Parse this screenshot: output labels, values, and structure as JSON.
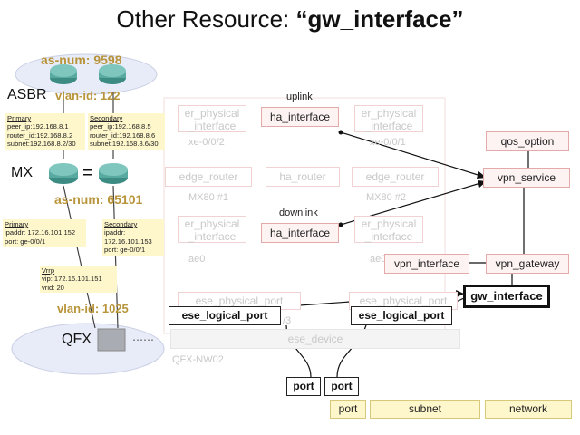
{
  "title": {
    "prefix": "Other Resource: ",
    "quoted": "“gw_interface”"
  },
  "left": {
    "as_num_top": "as-num: 9598",
    "asbr": "ASBR",
    "vlan_top": "vlan-id: 122",
    "primary_info": {
      "head": "Primary",
      "l1": "peer_ip:192.168.8.1",
      "l2": "router_id:192.168.8.2",
      "l3": "subnet:192.168.8.2/30"
    },
    "secondary_info": {
      "head": "Secondary",
      "l1": "peer_ip:192.168.8.5",
      "l2": "router_id:192.168.8.6",
      "l3": "subnet:192.168.8.6/30"
    },
    "mx": "MX",
    "equals": "=",
    "as_num_mid": "as-num: 65101",
    "primary_port": {
      "head": "Primary",
      "l1": "ipaddr: 172.16.101.152",
      "l2": "port: ge-0/0/1"
    },
    "secondary_port": {
      "head": "Secondary",
      "l1": "ipaddr: 172.16.101.153",
      "l2": "port: ge-0/0/1"
    },
    "vrrp": {
      "head": "Vrrp",
      "l1": "vip: 172.16.101.151",
      "l2": "vrid: 20"
    },
    "vlan_bottom": "vlan-id: 1025",
    "qfx": "QFX",
    "dots": "⋯⋯"
  },
  "diagram": {
    "uplink": "uplink",
    "downlink": "downlink",
    "er_physical_interface": "er_physical\n_interface",
    "ha_interface": "ha_interface",
    "xe_left": "xe-0/0/2",
    "xe_right": "xe-0/0/1",
    "edge_router": "edge_router",
    "ha_router": "ha_router",
    "mx80_1": "MX80 #1",
    "mx80_2": "MX80 #2",
    "ae0": "ae0",
    "ae0_partial": "ae0",
    "ese_physical_port": "ese_physical_port",
    "ese_logical_port": "ese_logical_port",
    "ese_device": "ese_device",
    "qfx_nw02": "QFX-NW02",
    "slash3": "/3",
    "qos_option": "qos_option",
    "vpn_service": "vpn_service",
    "vpn_interface": "vpn_interface",
    "vpn_gateway": "vpn_gateway",
    "gw_interface": "gw_interface",
    "port": "port"
  },
  "legend": {
    "port": "port",
    "subnet": "subnet",
    "network": "network"
  },
  "colors": {
    "gold": "#b8943a",
    "pink_fill": "#fdf3f3",
    "pink_border": "#e4aaaa",
    "note_fill": "#fff7cc"
  }
}
